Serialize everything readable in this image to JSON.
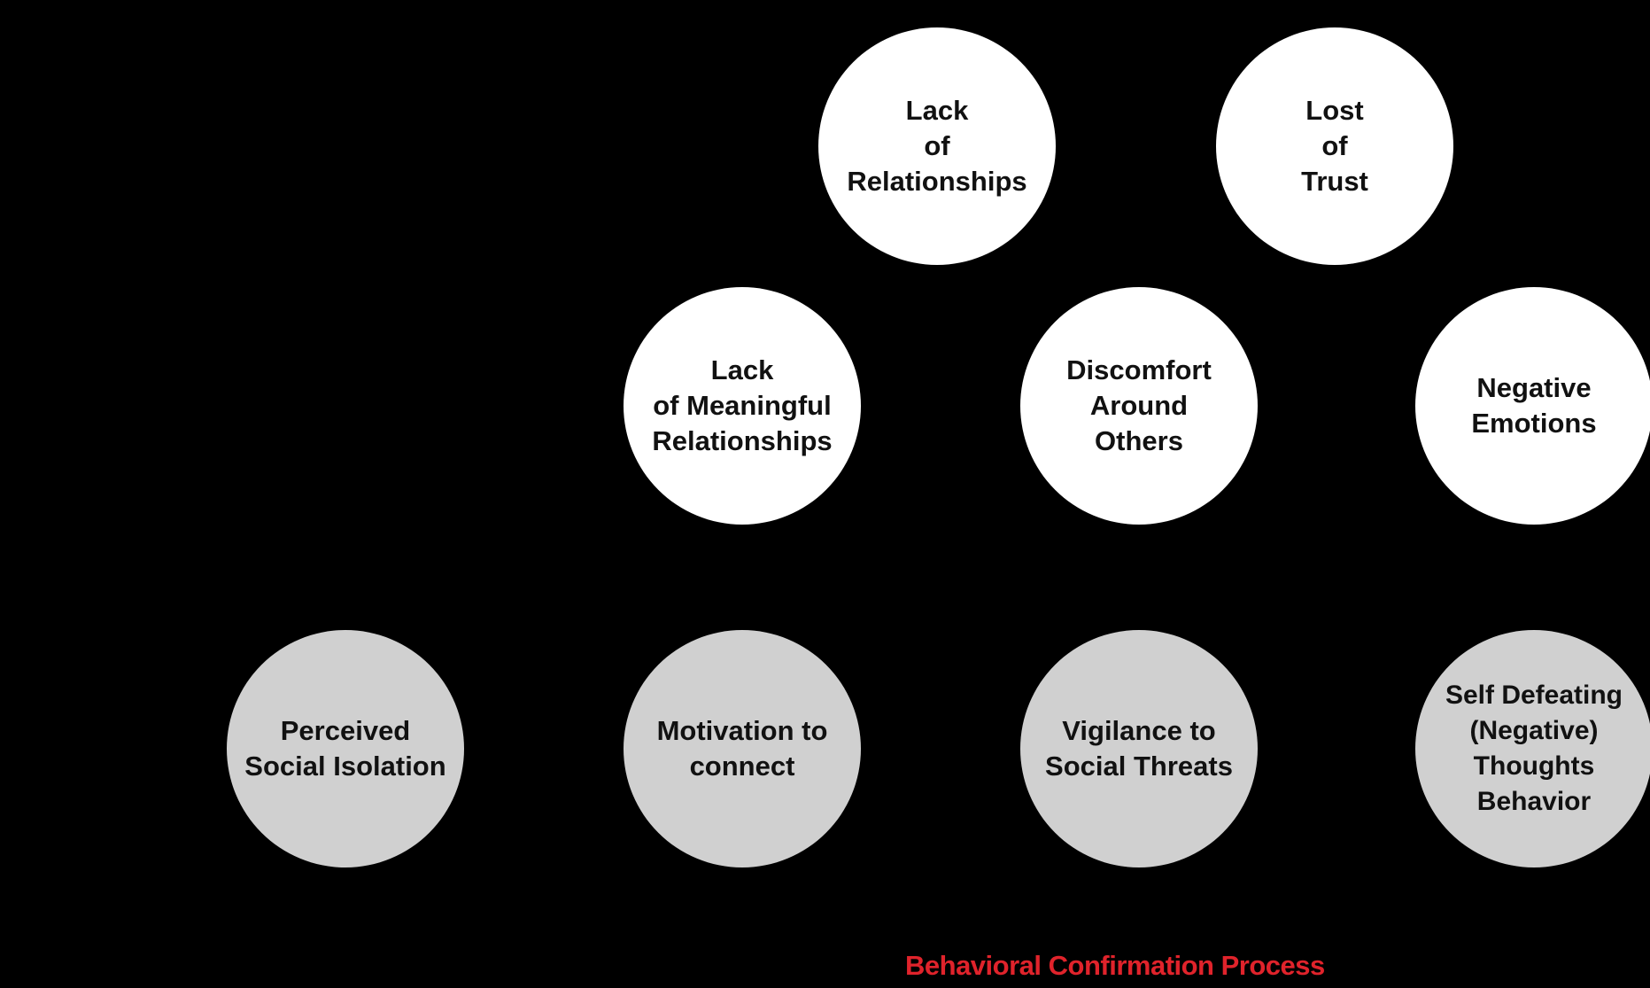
{
  "nodes": {
    "lack_relationships": [
      "Lack",
      "of",
      "Relationships"
    ],
    "lost_trust": [
      "Lost",
      "of",
      "Trust"
    ],
    "lack_meaningful": [
      "Lack",
      "of Meaningful",
      "Relationships"
    ],
    "discomfort": [
      "Discomfort",
      "Around",
      "Others"
    ],
    "negative_emotions": [
      "Negative",
      "Emotions"
    ],
    "perceived_isolation": [
      "Perceived",
      "Social Isolation"
    ],
    "motivation": [
      "Motivation to",
      "connect"
    ],
    "vigilance": [
      "Vigilance to",
      "Social Threats"
    ],
    "self_defeating": [
      "Self Defeating",
      "(Negative)",
      "Thoughts",
      "Behavior"
    ]
  },
  "caption": "Behavioral Confirmation Process",
  "colors": {
    "background": "#000000",
    "upper_node_fill": "#ffffff",
    "lower_node_fill": "#d0d0d0",
    "node_text": "#111111",
    "caption": "#e0232b"
  }
}
